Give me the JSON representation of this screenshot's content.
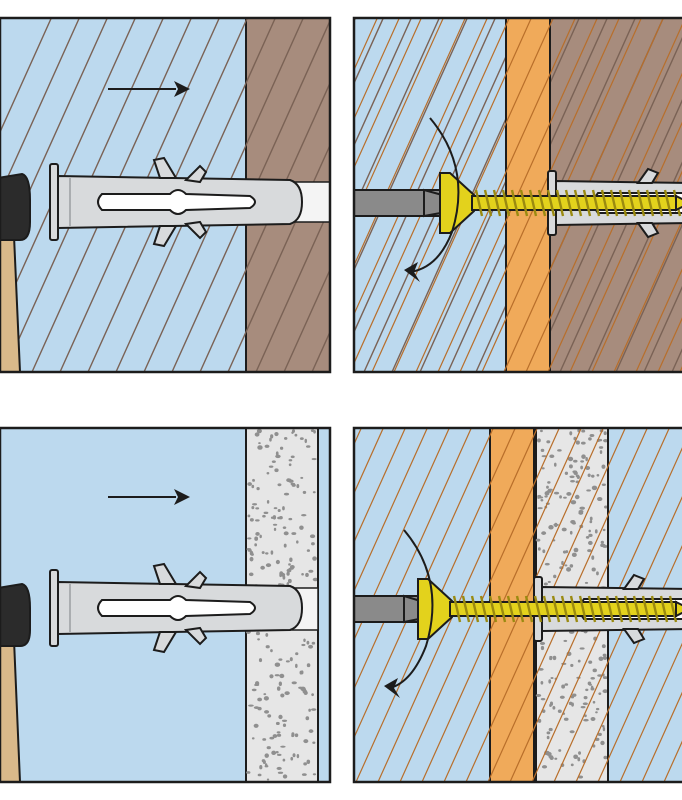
{
  "colors": {
    "background": "#ffffff",
    "air": "#bcd9ee",
    "outline": "#1c1c1c",
    "brick_fill": "#a78c7d",
    "brick_hatch": "#7a6255",
    "concrete_fill": "#e6e6e6",
    "concrete_dot": "#8f8f8f",
    "wood_fill": "#f0aa5a",
    "wood_hatch": "#b86e2a",
    "plug_fill": "#d8dadc",
    "plug_dark": "#9a9ea2",
    "screw_fill": "#e3d21c",
    "screw_dark": "#9a8a10",
    "tool_shaft": "#8a8a8a",
    "hammer": "#2b2b2b",
    "handle": "#d9b98a",
    "hole": "#f4f4f4"
  },
  "panels": [
    {
      "id": "step-1",
      "wall": "brick",
      "action": "hammer-plug-in",
      "arrow": "right-arrow-icon"
    },
    {
      "id": "step-2",
      "wall": "brick",
      "fixture": "wood-board",
      "action": "screw-in",
      "arrow": "rotation-arrow-icon"
    },
    {
      "id": "step-3",
      "wall": "concrete",
      "action": "hammer-plug-in",
      "arrow": "right-arrow-icon"
    },
    {
      "id": "step-4",
      "wall": "concrete",
      "fixture": "wood-board",
      "action": "screw-in",
      "arrow": "rotation-arrow-icon"
    }
  ]
}
